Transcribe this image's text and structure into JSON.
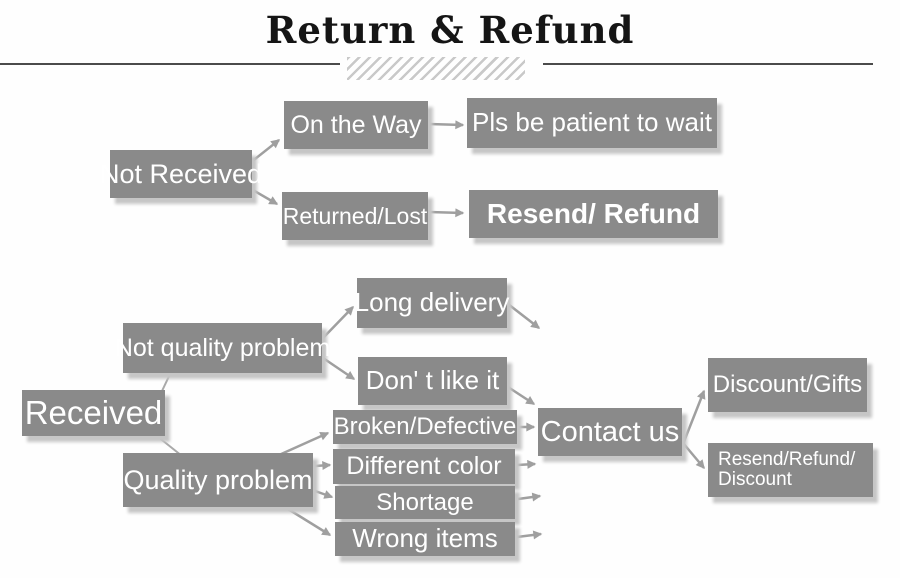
{
  "header": {
    "title": "Return & Refund"
  },
  "diagram": {
    "nodes": {
      "not_received": "Not Received",
      "on_the_way": "On the Way",
      "pls_wait": "Pls be patient to wait",
      "returned_lost": "Returned/Lost",
      "resend_refund": "Resend/ Refund",
      "received": "Received",
      "not_quality_problem": "Not quality problem",
      "long_delivery": "Long delivery",
      "dont_like_it": "Don' t like it",
      "quality_problem": "Quality problem",
      "broken_defective": "Broken/Defective",
      "different_color": "Different color",
      "shortage": "Shortage",
      "wrong_items": "Wrong items",
      "contact_us": "Contact us",
      "discount_gifts": "Discount/Gifts",
      "resend_refund_discount_line1": "Resend/Refund/",
      "resend_refund_discount_line2": "Discount"
    },
    "colors": {
      "box_fill": "#8a8a8a",
      "box_text": "#ffffff",
      "box_shadow": "#c6c6c6",
      "connector": "#9f9f9f",
      "title_text": "#151515",
      "rule_line": "#4b4b4b",
      "hatch": "#c9c9c9",
      "background": "#fefefe"
    }
  }
}
